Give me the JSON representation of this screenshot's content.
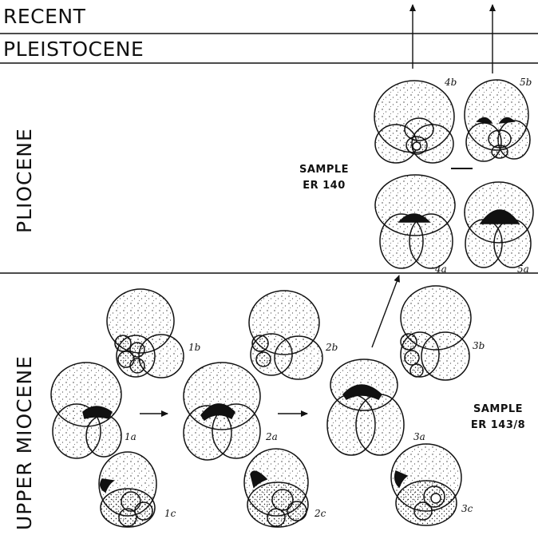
{
  "epochs": {
    "recent": "RECENT",
    "pleistocene": "PLEISTOCENE",
    "pliocene": "PLIOCENE",
    "upper_miocene": "UPPER MIOCENE"
  },
  "samples": {
    "pliocene": {
      "line1": "SAMPLE",
      "line2": "ER 140"
    },
    "miocene": {
      "line1": "SAMPLE",
      "line2": "ER 143/8"
    }
  },
  "specimens": {
    "s1a": "1a",
    "s1b": "1b",
    "s1c": "1c",
    "s2a": "2a",
    "s2b": "2b",
    "s2c": "2c",
    "s3a": "3a",
    "s3b": "3b",
    "s3c": "3c",
    "s4a": "4a",
    "s4b": "4b",
    "s5a": "5a",
    "s5b": "5b"
  }
}
